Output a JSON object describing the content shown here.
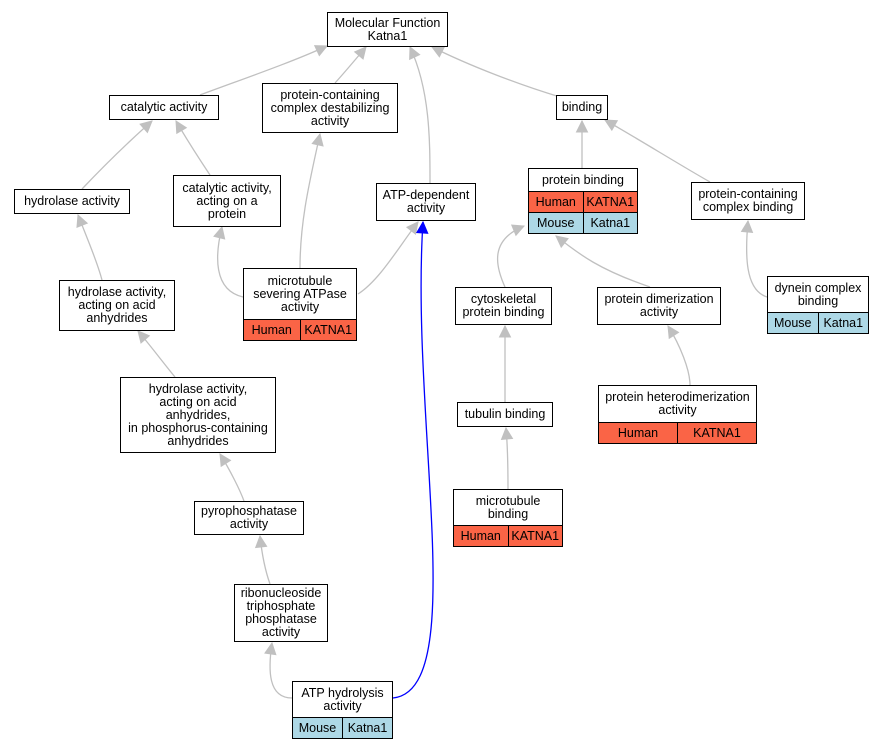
{
  "nodes": [
    {
      "id": "mf",
      "label": "Molecular Function\nKatna1"
    },
    {
      "id": "catalytic",
      "label": "catalytic activity"
    },
    {
      "id": "pcda",
      "label": "protein-containing\ncomplex destabilizing\nactivity"
    },
    {
      "id": "binding",
      "label": "binding"
    },
    {
      "id": "hydrolase",
      "label": "hydrolase activity"
    },
    {
      "id": "cat_protein",
      "label": "catalytic activity,\nacting on a\nprotein"
    },
    {
      "id": "atp_dep",
      "label": "ATP-dependent\nactivity"
    },
    {
      "id": "prot_binding",
      "label": "protein binding",
      "rows": [
        {
          "species": "Human",
          "gene": "KATNA1"
        },
        {
          "species": "Mouse",
          "gene": "Katna1"
        }
      ]
    },
    {
      "id": "pcb",
      "label": "protein-containing\ncomplex binding"
    },
    {
      "id": "hydro_acid",
      "label": "hydrolase activity,\nacting on acid\nanhydrides"
    },
    {
      "id": "mt_sever",
      "label": "microtubule\nsevering ATPase\nactivity",
      "rows": [
        {
          "species": "Human",
          "gene": "KATNA1"
        }
      ]
    },
    {
      "id": "cyto_binding",
      "label": "cytoskeletal\nprotein binding"
    },
    {
      "id": "prot_dimer",
      "label": "protein dimerization\nactivity"
    },
    {
      "id": "dynein",
      "label": "dynein complex\nbinding",
      "rows": [
        {
          "species": "Mouse",
          "gene": "Katna1"
        }
      ]
    },
    {
      "id": "hydro_phos",
      "label": "hydrolase activity,\nacting on acid\nanhydrides,\nin phosphorus-containing\nanhydrides"
    },
    {
      "id": "prot_hetero",
      "label": "protein heterodimerization\nactivity",
      "rows": [
        {
          "species": "Human",
          "gene": "KATNA1"
        }
      ]
    },
    {
      "id": "tubulin",
      "label": "tubulin binding"
    },
    {
      "id": "pyro",
      "label": "pyrophosphatase\nactivity"
    },
    {
      "id": "mt_binding",
      "label": "microtubule\nbinding",
      "rows": [
        {
          "species": "Human",
          "gene": "KATNA1"
        }
      ]
    },
    {
      "id": "ribo",
      "label": "ribonucleoside\ntriphosphate\nphosphatase\nactivity"
    },
    {
      "id": "atp_hydro",
      "label": "ATP hydrolysis\nactivity",
      "rows": [
        {
          "species": "Mouse",
          "gene": "Katna1"
        }
      ]
    }
  ],
  "edges": [
    {
      "from": "catalytic",
      "to": "mf",
      "color": "#c0c0c0"
    },
    {
      "from": "pcda",
      "to": "mf",
      "color": "#c0c0c0"
    },
    {
      "from": "atp_dep",
      "to": "mf",
      "color": "#c0c0c0"
    },
    {
      "from": "binding",
      "to": "mf",
      "color": "#c0c0c0"
    },
    {
      "from": "hydrolase",
      "to": "catalytic",
      "color": "#c0c0c0"
    },
    {
      "from": "cat_protein",
      "to": "catalytic",
      "color": "#c0c0c0"
    },
    {
      "from": "prot_binding",
      "to": "binding",
      "color": "#c0c0c0"
    },
    {
      "from": "pcb",
      "to": "binding",
      "color": "#c0c0c0"
    },
    {
      "from": "hydro_acid",
      "to": "hydrolase",
      "color": "#c0c0c0"
    },
    {
      "from": "mt_sever",
      "to": "cat_protein",
      "color": "#c0c0c0"
    },
    {
      "from": "mt_sever",
      "to": "pcda",
      "color": "#c0c0c0"
    },
    {
      "from": "mt_sever",
      "to": "atp_dep",
      "color": "#c0c0c0"
    },
    {
      "from": "cyto_binding",
      "to": "prot_binding",
      "color": "#c0c0c0"
    },
    {
      "from": "prot_dimer",
      "to": "prot_binding",
      "color": "#c0c0c0"
    },
    {
      "from": "dynein",
      "to": "pcb",
      "color": "#c0c0c0"
    },
    {
      "from": "hydro_phos",
      "to": "hydro_acid",
      "color": "#c0c0c0"
    },
    {
      "from": "prot_hetero",
      "to": "prot_dimer",
      "color": "#c0c0c0"
    },
    {
      "from": "tubulin",
      "to": "cyto_binding",
      "color": "#c0c0c0"
    },
    {
      "from": "pyro",
      "to": "hydro_phos",
      "color": "#c0c0c0"
    },
    {
      "from": "mt_binding",
      "to": "tubulin",
      "color": "#c0c0c0"
    },
    {
      "from": "ribo",
      "to": "pyro",
      "color": "#c0c0c0"
    },
    {
      "from": "atp_hydro",
      "to": "ribo",
      "color": "#c0c0c0"
    },
    {
      "from": "atp_hydro",
      "to": "atp_dep",
      "color": "#0000ff"
    }
  ],
  "colors": {
    "human": "#fa6446",
    "mouse": "#add8e6",
    "edge": "#c0c0c0",
    "edge_highlight": "#0000ff"
  }
}
